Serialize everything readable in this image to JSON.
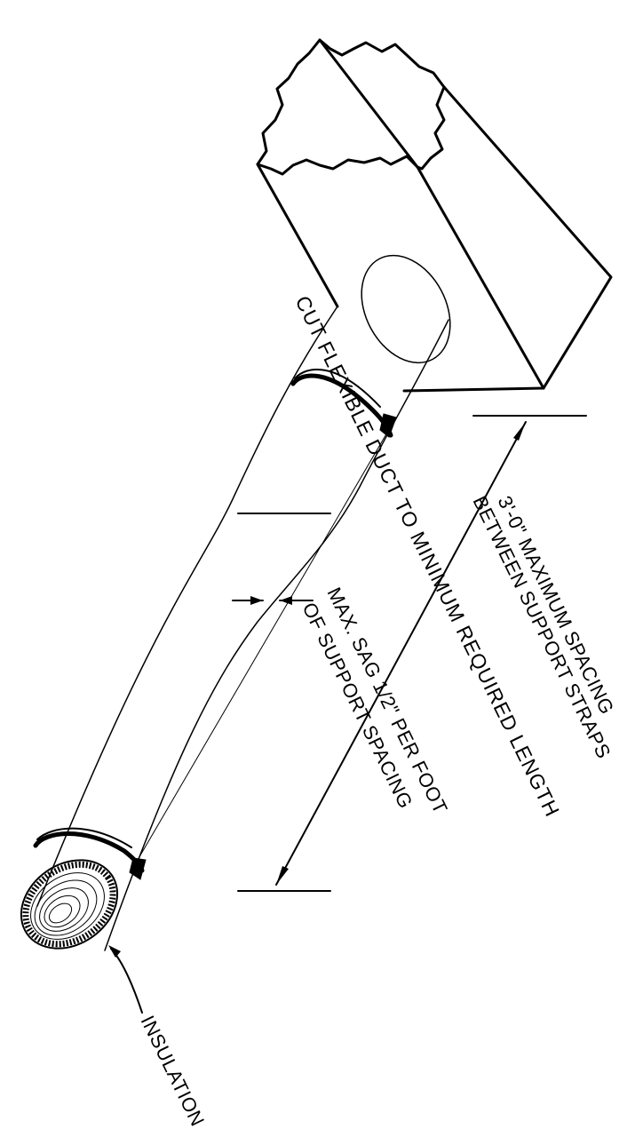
{
  "labels": {
    "cut_note": "CUT FLEXIBLE DUCT TO MINIMUM REQUIRED LENGTH",
    "spacing_line1": "3'-0\" MAXIMUM SPACING",
    "spacing_line2": "BETWEEN SUPPORT STRAPS",
    "sag_line1": "MAX. SAG 1/2\" PER FOOT",
    "sag_line2": "OF SUPPORT SPACING",
    "insulation": "INSULATION"
  }
}
